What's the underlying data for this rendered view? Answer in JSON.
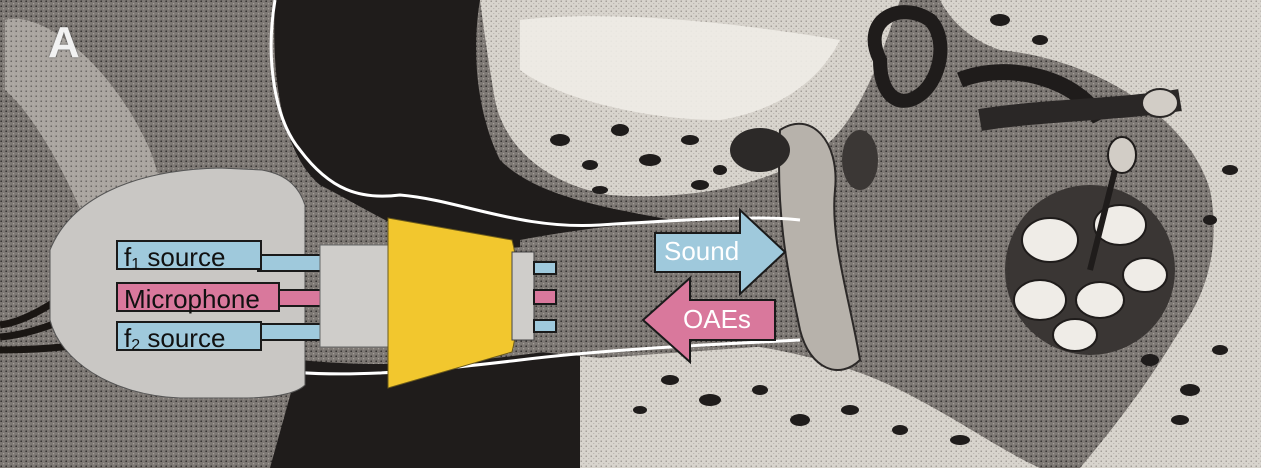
{
  "panel_letter": "A",
  "labels": {
    "f1_source": {
      "base": "f",
      "sub": "1",
      "rest": " source"
    },
    "microphone": "Microphone",
    "f2_source": {
      "base": "f",
      "sub": "2",
      "rest": " source"
    }
  },
  "arrows": {
    "sound": "Sound",
    "oaes": "OAEs"
  },
  "colors": {
    "source_blue": "#9fc9dc",
    "microphone_pink": "#d9789c",
    "probe_yellow": "#f2c72e",
    "probe_gray": "#c8c8c8",
    "tissue_dark": "#2e2b2a",
    "bone_light": "#ebe8e2"
  }
}
